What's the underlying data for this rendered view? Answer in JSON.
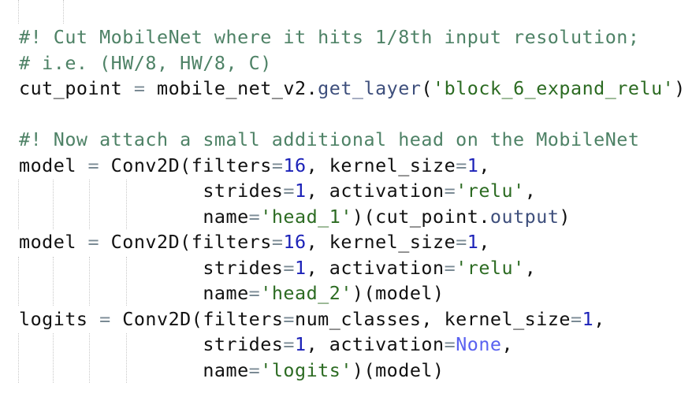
{
  "editor": {
    "colors": {
      "comment": "#4e8266",
      "string": "#2c6b22",
      "number": "#1c22b8",
      "constant": "#5a62f0",
      "method": "#3e4f7c"
    },
    "lines": [
      {
        "tokens": [
          {
            "t": "comment",
            "v": "#! Cut MobileNet where it hits 1/8th input resolution;"
          }
        ]
      },
      {
        "tokens": [
          {
            "t": "comment",
            "v": "# i.e. (HW/8, HW/8, C)"
          }
        ]
      },
      {
        "tokens": [
          {
            "t": "plain",
            "v": "cut_point "
          },
          {
            "t": "op",
            "v": "="
          },
          {
            "t": "plain",
            "v": " mobile_net_v2."
          },
          {
            "t": "method",
            "v": "get_layer"
          },
          {
            "t": "plain",
            "v": "("
          },
          {
            "t": "string",
            "v": "'block_6_expand_relu'"
          },
          {
            "t": "plain",
            "v": ")"
          }
        ]
      },
      {
        "tokens": []
      },
      {
        "tokens": [
          {
            "t": "comment",
            "v": "#! Now attach a small additional head on the MobileNet"
          }
        ]
      },
      {
        "tokens": [
          {
            "t": "plain",
            "v": "model "
          },
          {
            "t": "op",
            "v": "="
          },
          {
            "t": "plain",
            "v": " Conv2D(filters"
          },
          {
            "t": "op",
            "v": "="
          },
          {
            "t": "number",
            "v": "16"
          },
          {
            "t": "plain",
            "v": ", kernel_size"
          },
          {
            "t": "op",
            "v": "="
          },
          {
            "t": "number",
            "v": "1"
          },
          {
            "t": "plain",
            "v": ","
          }
        ]
      },
      {
        "tokens": [
          {
            "t": "plain",
            "v": "                strides"
          },
          {
            "t": "op",
            "v": "="
          },
          {
            "t": "number",
            "v": "1"
          },
          {
            "t": "plain",
            "v": ", activation"
          },
          {
            "t": "op",
            "v": "="
          },
          {
            "t": "string",
            "v": "'relu'"
          },
          {
            "t": "plain",
            "v": ","
          }
        ]
      },
      {
        "tokens": [
          {
            "t": "plain",
            "v": "                name"
          },
          {
            "t": "op",
            "v": "="
          },
          {
            "t": "string",
            "v": "'head_1'"
          },
          {
            "t": "plain",
            "v": ")(cut_point."
          },
          {
            "t": "method",
            "v": "output"
          },
          {
            "t": "plain",
            "v": ")"
          }
        ]
      },
      {
        "tokens": [
          {
            "t": "plain",
            "v": "model "
          },
          {
            "t": "op",
            "v": "="
          },
          {
            "t": "plain",
            "v": " Conv2D(filters"
          },
          {
            "t": "op",
            "v": "="
          },
          {
            "t": "number",
            "v": "16"
          },
          {
            "t": "plain",
            "v": ", kernel_size"
          },
          {
            "t": "op",
            "v": "="
          },
          {
            "t": "number",
            "v": "1"
          },
          {
            "t": "plain",
            "v": ","
          }
        ]
      },
      {
        "tokens": [
          {
            "t": "plain",
            "v": "                strides"
          },
          {
            "t": "op",
            "v": "="
          },
          {
            "t": "number",
            "v": "1"
          },
          {
            "t": "plain",
            "v": ", activation"
          },
          {
            "t": "op",
            "v": "="
          },
          {
            "t": "string",
            "v": "'relu'"
          },
          {
            "t": "plain",
            "v": ","
          }
        ]
      },
      {
        "tokens": [
          {
            "t": "plain",
            "v": "                name"
          },
          {
            "t": "op",
            "v": "="
          },
          {
            "t": "string",
            "v": "'head_2'"
          },
          {
            "t": "plain",
            "v": ")(model)"
          }
        ]
      },
      {
        "tokens": [
          {
            "t": "plain",
            "v": "logits "
          },
          {
            "t": "op",
            "v": "="
          },
          {
            "t": "plain",
            "v": " Conv2D(filters"
          },
          {
            "t": "op",
            "v": "="
          },
          {
            "t": "plain",
            "v": "num_classes, kernel_size"
          },
          {
            "t": "op",
            "v": "="
          },
          {
            "t": "number",
            "v": "1"
          },
          {
            "t": "plain",
            "v": ","
          }
        ]
      },
      {
        "tokens": [
          {
            "t": "plain",
            "v": "                strides"
          },
          {
            "t": "op",
            "v": "="
          },
          {
            "t": "number",
            "v": "1"
          },
          {
            "t": "plain",
            "v": ", activation"
          },
          {
            "t": "op",
            "v": "="
          },
          {
            "t": "const",
            "v": "None"
          },
          {
            "t": "plain",
            "v": ","
          }
        ]
      },
      {
        "tokens": [
          {
            "t": "plain",
            "v": "                name"
          },
          {
            "t": "op",
            "v": "="
          },
          {
            "t": "string",
            "v": "'logits'"
          },
          {
            "t": "plain",
            "v": ")(model)"
          }
        ]
      }
    ]
  }
}
